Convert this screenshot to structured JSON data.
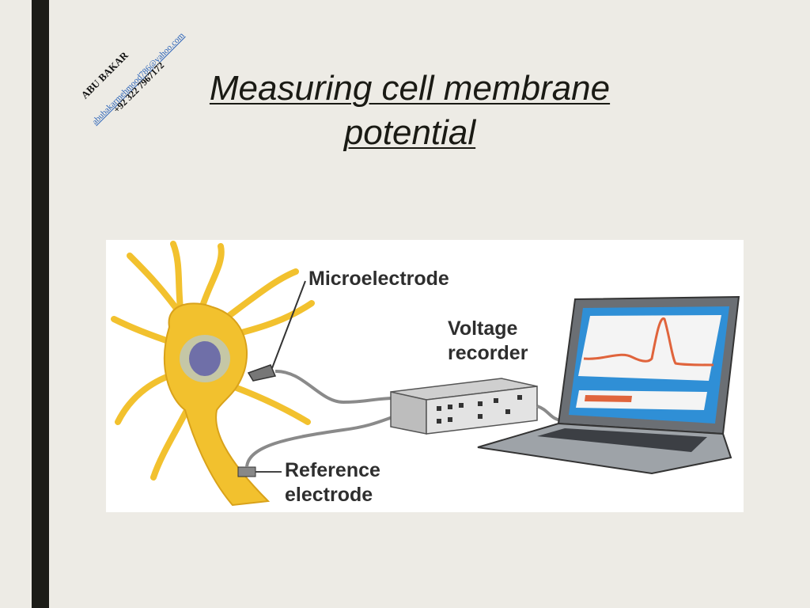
{
  "watermark": {
    "name": "ABU BAKAR",
    "email": "abubakarmehmood786@yahoo.com",
    "phone": "+92 322 7967172"
  },
  "slide": {
    "title_line1": "Measuring cell membrane",
    "title_line2": "potential"
  },
  "figure": {
    "labels": {
      "microelectrode": "Microelectrode",
      "voltage_recorder_line1": "Voltage",
      "voltage_recorder_line2": "recorder",
      "reference_electrode_line1": "Reference",
      "reference_electrode_line2": "electrode"
    }
  },
  "colors": {
    "background": "#edebe5",
    "accent_bar": "#1c1c17",
    "neuron": "#f2c12e",
    "screen": "#2f8fd6",
    "trace": "#e0643c"
  }
}
